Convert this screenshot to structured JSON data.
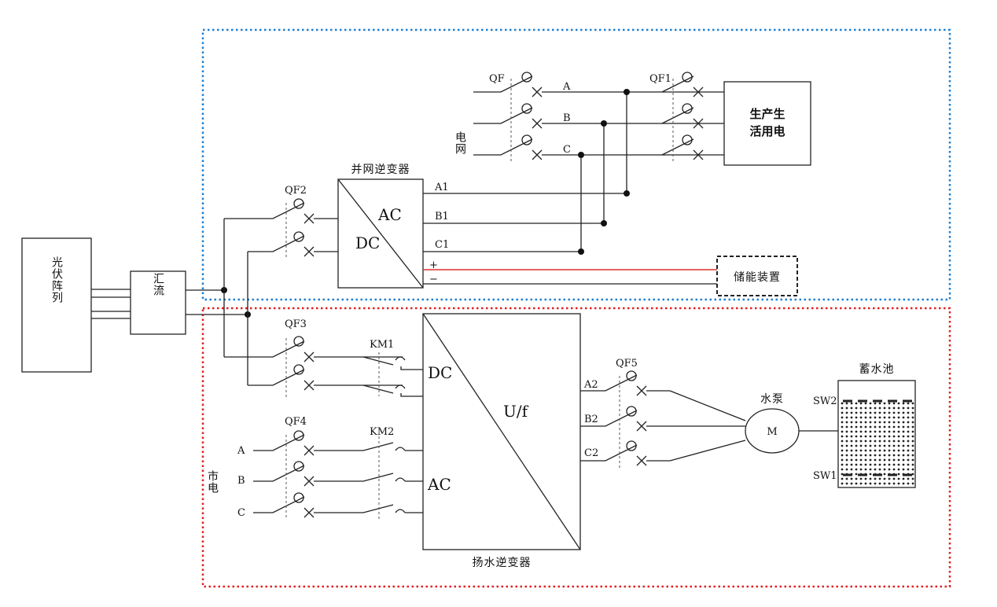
{
  "colors": {
    "grid_zone": "#1a7fd4",
    "pump_zone": "#e02020",
    "dc_line": "#e03030",
    "ink": "#222222"
  },
  "components": {
    "pv_array": "光伏阵列",
    "combiner": "汇流",
    "grid_inverter": "并网逆变器",
    "grid_inverter_ac": "AC",
    "grid_inverter_dc": "DC",
    "load": [
      "生产生",
      "活用电"
    ],
    "storage": "储能装置",
    "grid": "电网",
    "mains": "市电",
    "pump_inverter": "扬水逆变器",
    "pump_inverter_dc": "DC",
    "pump_inverter_ac": "AC",
    "pump_inverter_uf": "U/f",
    "pump": "水泵",
    "motor": "M",
    "tank": "蓄水池"
  },
  "switches": {
    "qf": "QF",
    "qf1": "QF1",
    "qf2": "QF2",
    "qf3": "QF3",
    "qf4": "QF4",
    "qf5": "QF5",
    "km1": "KM1",
    "km2": "KM2"
  },
  "phases": {
    "grid": [
      "A",
      "B",
      "C"
    ],
    "inverter_out": [
      "A1",
      "B1",
      "C1"
    ],
    "mains": [
      "A",
      "B",
      "C"
    ],
    "pump": [
      "A2",
      "B2",
      "C2"
    ]
  },
  "dc_bus": {
    "plus": "+",
    "minus": "−"
  },
  "levels": {
    "sw2": "SW2",
    "sw1": "SW1"
  }
}
